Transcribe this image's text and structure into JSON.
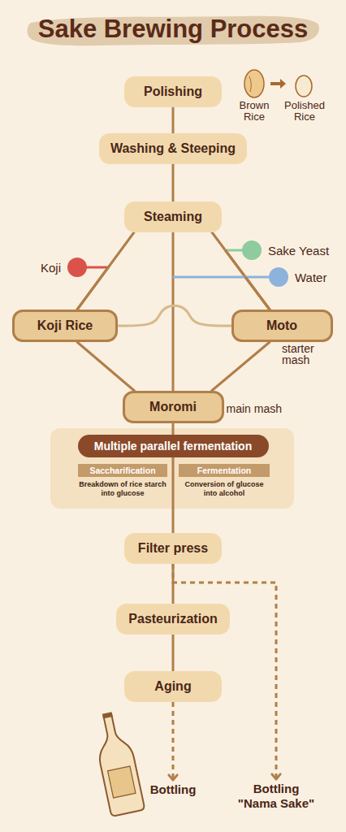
{
  "diagram": {
    "title": "Sake Brewing Process",
    "nodes": [
      {
        "text": [
          "Polishing"
        ]
      },
      {
        "text": [
          "Washing & Steeping"
        ]
      },
      {
        "text": [
          "Steaming"
        ]
      },
      {
        "text": [
          "Koji"
        ]
      },
      {
        "text": [
          "Sake Yeast"
        ]
      },
      {
        "text": [
          "Water"
        ]
      },
      {
        "text": [
          "Koji Rice"
        ]
      },
      {
        "text": [
          "Moto",
          "starter mash"
        ]
      },
      {
        "text": [
          "Moromi",
          "main mash"
        ]
      },
      {
        "text": [
          "Multiple parallel fermentation"
        ]
      },
      {
        "text": [
          "Saccharification",
          "Breakdown of rice starch into glucose"
        ]
      },
      {
        "text": [
          "Fermentation",
          "Conversion of glucose into alcohol"
        ]
      },
      {
        "text": [
          "Filter press"
        ]
      },
      {
        "text": [
          "Pasteurization"
        ]
      },
      {
        "text": [
          "Aging"
        ]
      },
      {
        "text": [
          "Bottling"
        ]
      },
      {
        "text": [
          "Bottling \"Nama Sake\""
        ]
      }
    ],
    "edges": [
      {
        "from": 0,
        "to": 1,
        "arrow": "none"
      },
      {
        "from": 1,
        "to": 2,
        "arrow": "none"
      },
      {
        "from": 2,
        "to": 6,
        "arrow": "none"
      },
      {
        "from": 2,
        "to": 7,
        "arrow": "none"
      },
      {
        "from": 2,
        "to": 8,
        "arrow": "none"
      },
      {
        "from": 3,
        "to": 6,
        "arrow": "none"
      },
      {
        "from": 4,
        "to": 7,
        "arrow": "none"
      },
      {
        "from": 5,
        "to": 7,
        "arrow": "none"
      },
      {
        "from": 6,
        "to": 7,
        "arrow": "none"
      },
      {
        "from": 6,
        "to": 8,
        "arrow": "none"
      },
      {
        "from": 7,
        "to": 8,
        "arrow": "none"
      },
      {
        "from": 8,
        "to": 9,
        "arrow": "none"
      },
      {
        "from": 9,
        "to": 12,
        "arrow": "none"
      },
      {
        "from": 12,
        "to": 13,
        "arrow": "none"
      },
      {
        "from": 13,
        "to": 14,
        "arrow": "none"
      },
      {
        "from": 14,
        "to": 15,
        "arrow": "to"
      },
      {
        "from": 12,
        "to": 16,
        "arrow": "to"
      }
    ],
    "labels": [
      "Brown Rice",
      "Polished Rice"
    ]
  }
}
